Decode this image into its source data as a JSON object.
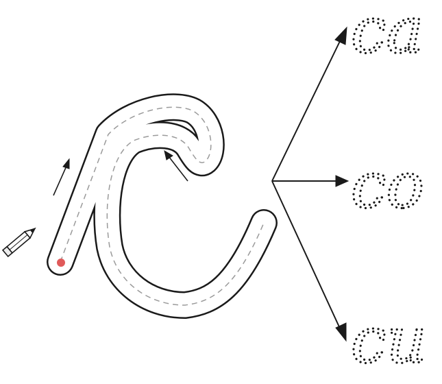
{
  "worksheet": {
    "letter": "c",
    "syllables": [
      "ca",
      "co",
      "cu"
    ],
    "colors": {
      "ink": "#1a1a1a",
      "guide_line": "#9a9a9a",
      "start_dot": "#e05a5a",
      "background": "#ffffff"
    },
    "icons": [
      "pencil-icon",
      "direction-arrow-icon",
      "start-dot"
    ]
  }
}
